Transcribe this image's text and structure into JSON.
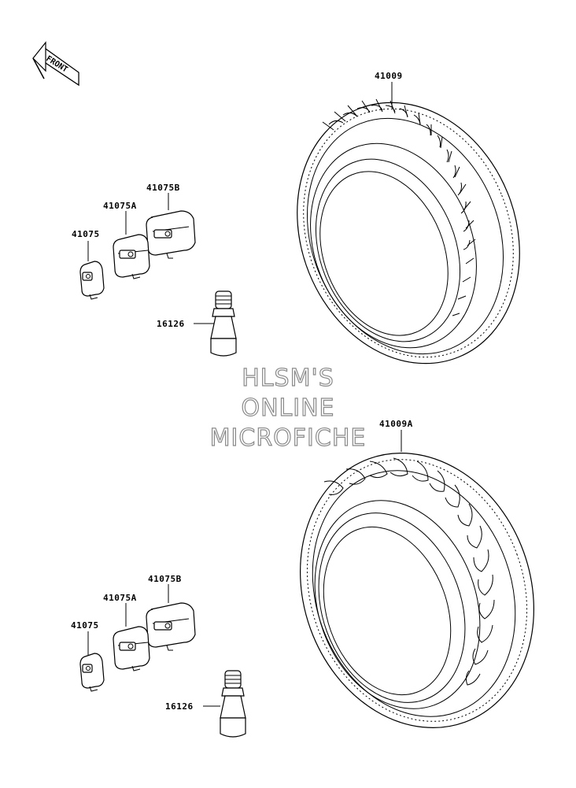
{
  "front_arrow": {
    "label": "FRONT"
  },
  "watermark": {
    "lines": [
      "HLSM'S",
      "ONLINE",
      "MICROFICHE"
    ]
  },
  "labels": {
    "tire_front": "41009",
    "tire_rear": "41009A",
    "weight_top_b": "41075B",
    "weight_top_a": "41075A",
    "weight_top": "41075",
    "valve_top": "16126",
    "weight_bottom_b": "41075B",
    "weight_bottom_a": "41075A",
    "weight_bottom": "41075",
    "valve_bottom": "16126"
  }
}
